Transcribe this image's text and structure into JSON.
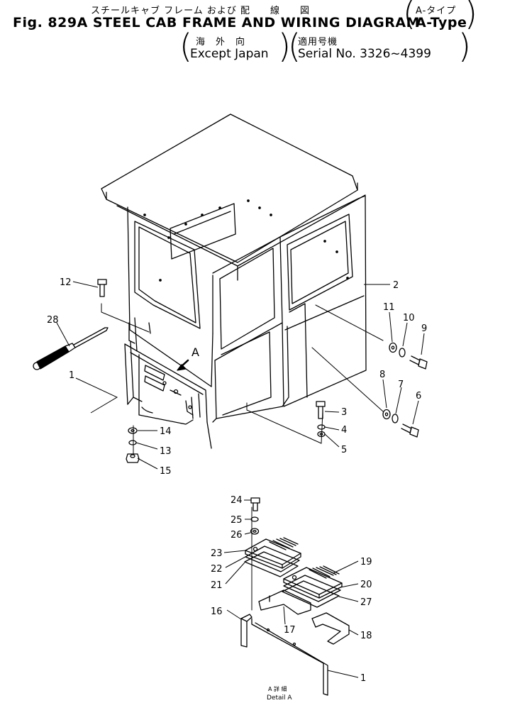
{
  "header": {
    "jp_title": "スチールキャブ フレーム および 配　　線　　図",
    "en_title": "Fig. 829A STEEL CAB FRAME AND WIRING DIAGRAM",
    "type_jp": "A-タイプ",
    "type_en": "A-Type",
    "market_jp": "海　外　向",
    "market_en": "Except Japan",
    "serial_jp": "適用号機",
    "serial_en": "Serial No. 3326~4399"
  },
  "detail": {
    "jp": "A 詳 細",
    "en": "Detail A",
    "view_mark": "A"
  },
  "callouts": [
    "1",
    "2",
    "3",
    "4",
    "5",
    "6",
    "7",
    "8",
    "9",
    "10",
    "11",
    "12",
    "13",
    "14",
    "15",
    "16",
    "17",
    "18",
    "19",
    "20",
    "21",
    "22",
    "23",
    "24",
    "25",
    "26",
    "27",
    "28",
    "1"
  ]
}
